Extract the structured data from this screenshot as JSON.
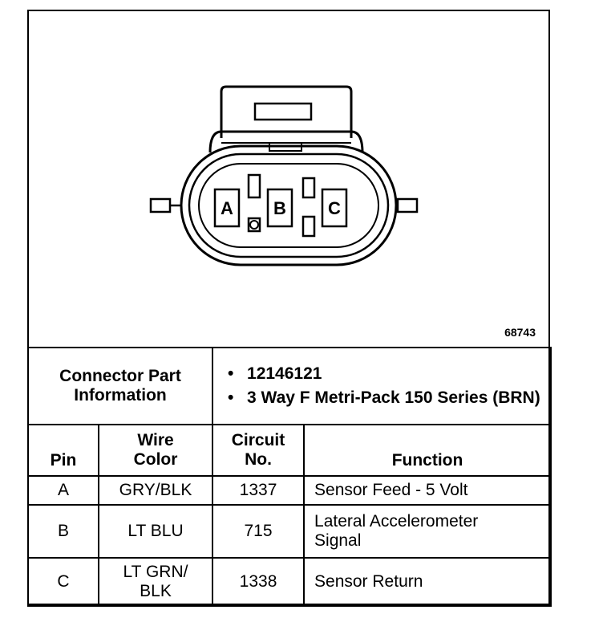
{
  "connector": {
    "pins": [
      "A",
      "B",
      "C"
    ],
    "figure_id": "68743"
  },
  "part_info": {
    "label": "Connector Part Information",
    "items": [
      "12146121",
      "3 Way F Metri-Pack 150 Series (BRN)"
    ]
  },
  "table": {
    "headers": {
      "pin": "Pin",
      "wire_color": "Wire Color",
      "circuit": "Circuit No.",
      "function": "Function"
    },
    "rows": [
      {
        "pin": "A",
        "wire_color": "GRY/BLK",
        "circuit": "1337",
        "function": "Sensor Feed - 5 Volt"
      },
      {
        "pin": "B",
        "wire_color": "LT BLU",
        "circuit": "715",
        "function": "Lateral Accelerometer Signal"
      },
      {
        "pin": "C",
        "wire_color": "LT GRN/ BLK",
        "circuit": "1338",
        "function": "Sensor Return"
      }
    ]
  }
}
